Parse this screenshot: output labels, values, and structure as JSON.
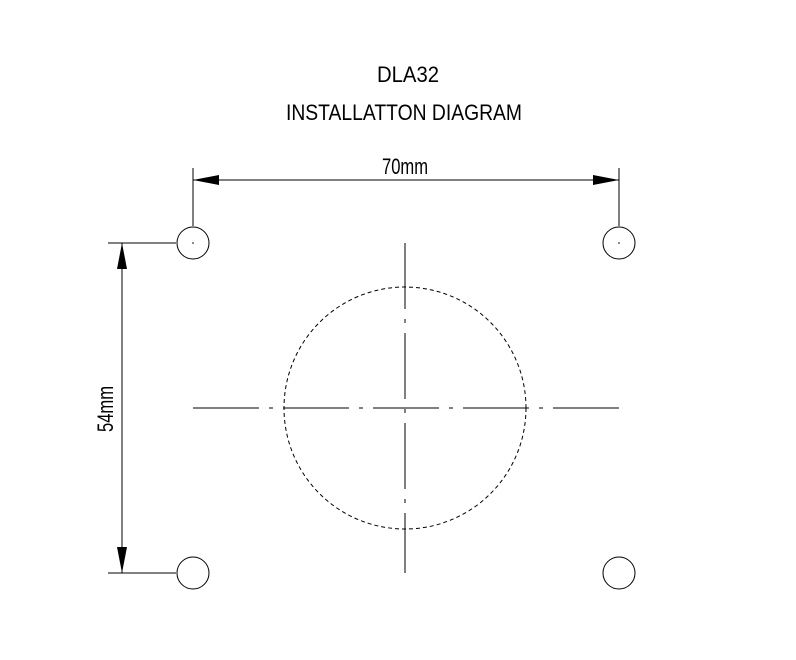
{
  "title": "DLA32",
  "subtitle": "INSTALLATTON DIAGRAM",
  "dimensions": {
    "width_label": "70mm",
    "height_label": "54mm"
  },
  "colors": {
    "line": "#000000",
    "background": "#ffffff"
  }
}
